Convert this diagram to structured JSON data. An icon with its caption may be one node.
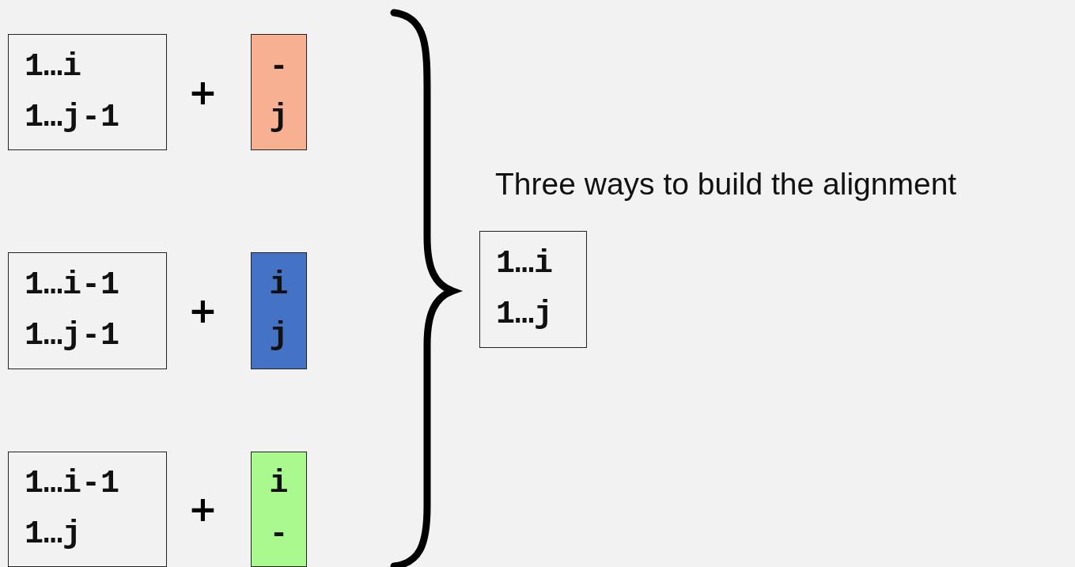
{
  "diagram": {
    "nodes": [
      {
        "text": [
          "1…i",
          "1…j-1"
        ]
      },
      {
        "text": [
          "-",
          "j"
        ]
      },
      {
        "text": [
          "1…i-1",
          "1…j-1"
        ]
      },
      {
        "text": [
          "i",
          "j"
        ]
      },
      {
        "text": [
          "1…i-1",
          "1…j"
        ]
      },
      {
        "text": [
          "i",
          "-"
        ]
      },
      {
        "text": [
          "1…i",
          "1…j"
        ]
      }
    ],
    "labels": [
      "+",
      "+",
      "+",
      "Three ways to build the alignment"
    ]
  }
}
